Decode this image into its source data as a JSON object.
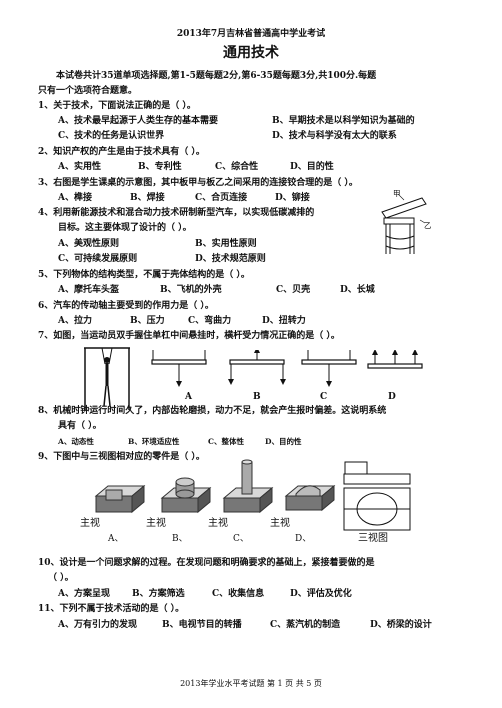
{
  "header": {
    "exam_title": "2013年7月吉林省普通高中学业考试",
    "subject": "通用技术"
  },
  "instructions": {
    "line1": "本试卷共计35道单项选择题,第1-5题每题2分,第6-35题每题3分,共100分.每题",
    "line2": "只有一个选项符合题意。"
  },
  "questions": [
    {
      "stem": "1、关于技术，下面说法正确的是（      ）。",
      "options": [
        "A、技术最早起源于人类生存的基本需要",
        "B、早期技术是以科学知识为基础的",
        "C、技术的任务是认识世界",
        "D、技术与科学没有太大的联系"
      ]
    },
    {
      "stem": "2、知识产权的产生是由于技术具有（      ）。",
      "options": [
        "A、实用性",
        "B、专利性",
        "C、综合性",
        "D、目的性"
      ]
    },
    {
      "stem": "3、右图是学生课桌的示意图，其中板甲与板乙之间采用的连接铰合理的是（      ）。",
      "options": [
        "A、榫接",
        "B、焊接",
        "C、合页连接",
        "D、铆接"
      ]
    },
    {
      "stem": "4、利用新能源技术和混合动力技术研制新型汽车，以实现低碳减排的",
      "stem2": "目标。这主要体现了设计的（      ）。",
      "options": [
        "A、美观性原则",
        "B、实用性原则",
        "C、可持续发展原则",
        "D、技术规范原则"
      ]
    },
    {
      "stem": "5、下列物体的结构类型，不属于壳体结构的是（      ）。",
      "options": [
        "A、摩托车头盔",
        "B、飞机的外壳",
        "C、贝壳",
        "D、长城"
      ]
    },
    {
      "stem": "6、汽车的传动轴主要受到的作用力是（      ）。",
      "options": [
        "A、拉力",
        "B、压力",
        "C、弯曲力",
        "D、扭转力"
      ]
    },
    {
      "stem": "7、如图，当运动员双手握住单杠中间悬挂时，横杆受力情况正确的是（      ）。",
      "options": [
        "A",
        "B",
        "C",
        "D"
      ]
    },
    {
      "stem": "8、机械时钟运行时间久了，内部齿轮磨损，动力不足，就会产生报时偏差。这说明系统",
      "stem2": "具有（      ）。",
      "options": [
        "A、动态性",
        "B、环境适应性",
        "C、整体性",
        "D、目的性"
      ]
    },
    {
      "stem": "9、下图中与三视图相对应的零件是（      ）。",
      "options": [
        "A、",
        "B、",
        "C、",
        "D、"
      ],
      "view_label": "主视",
      "three_view_label": "三视图"
    },
    {
      "stem": "10、设计是一个问题求解的过程。在发现问题和明确要求的基础上，紧接着要做的是",
      "stem2": "（      ）。",
      "options": [
        "A、方案呈现",
        "B、方案筛选",
        "C、收集信息",
        "D、评估及优化"
      ]
    },
    {
      "stem": "11、下列不属于技术活动的是（      ）。",
      "options": [
        "A、万有引力的发现",
        "B、电视节目的转播",
        "C、蒸汽机的制造",
        "D、桥梁的设计"
      ]
    }
  ],
  "figure_labels": {
    "jia": "甲",
    "yi": "乙"
  },
  "footer": "2013年学业水平考试题    第 1 页  共 5 页"
}
